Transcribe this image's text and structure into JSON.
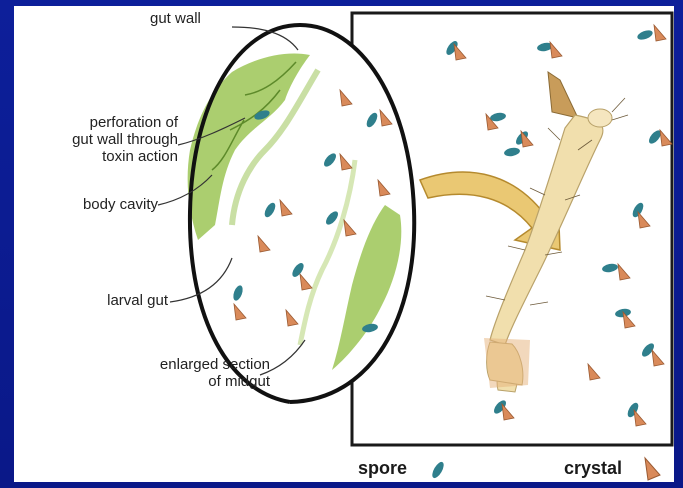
{
  "labels": {
    "gut_wall": "gut wall",
    "perforation_line1": "perforation of",
    "perforation_line2": "gut wall through",
    "perforation_line3": "toxin action",
    "body_cavity": "body cavity",
    "larval_gut": "larval gut",
    "enlarged_line1": "enlarged section",
    "enlarged_line2": "of midgut"
  },
  "legend": {
    "spore": "spore",
    "crystal": "crystal"
  },
  "colors": {
    "background": "#0b1a8e",
    "spore": "#2f7f8c",
    "crystal": "#d98a5a",
    "gut_tissue": "#8dbb4a",
    "larva": "#efd9a0",
    "arrow": "#e8c36a"
  }
}
